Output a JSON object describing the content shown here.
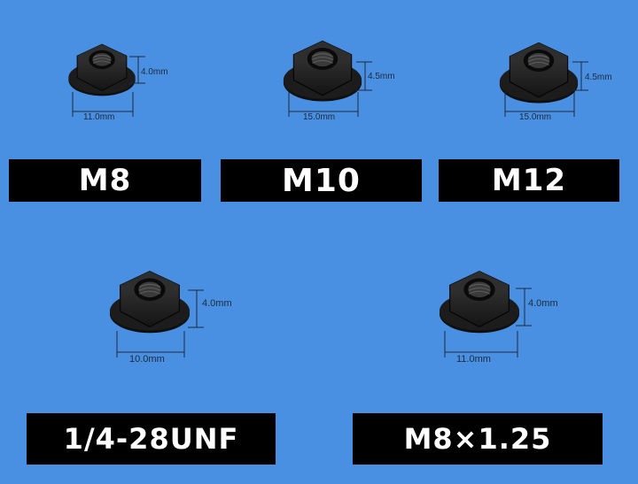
{
  "products": [
    {
      "label": "M8",
      "height": "4.0mm",
      "width": "11.0mm"
    },
    {
      "label": "M10",
      "height": "4.5mm",
      "width": "15.0mm"
    },
    {
      "label": "M12",
      "height": "4.5mm",
      "width": "15.0mm"
    },
    {
      "label": "1/4-28UNF",
      "height": "4.0mm",
      "width": "10.0mm"
    },
    {
      "label": "M8×1.25",
      "height": "4.0mm",
      "width": "11.0mm"
    }
  ],
  "colors": {
    "background": "#4a90e2",
    "nut": "#1a1a1a",
    "label_bg": "#000000",
    "label_text": "#ffffff"
  }
}
